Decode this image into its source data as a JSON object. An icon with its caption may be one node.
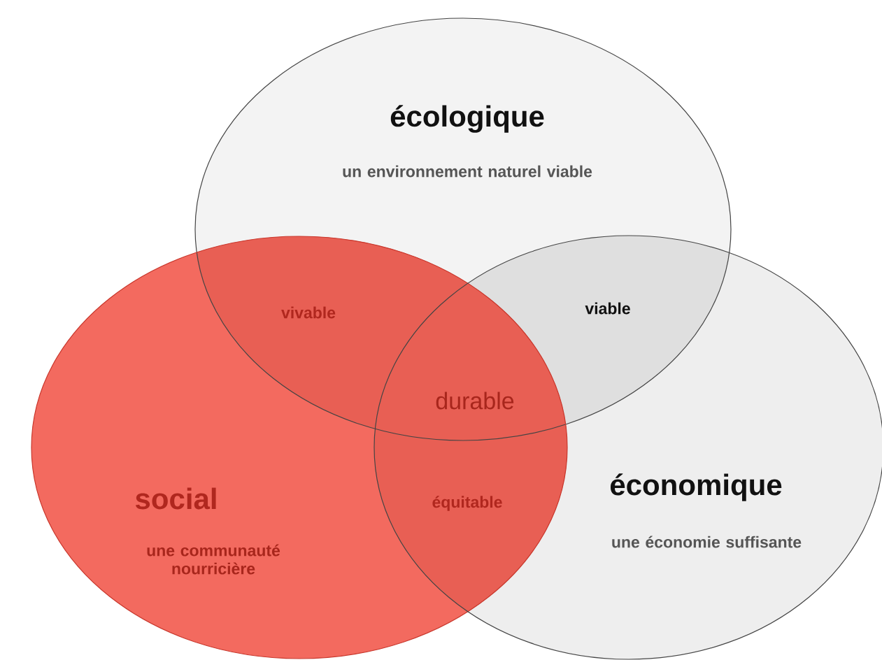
{
  "diagram": {
    "nodes": [
      {
        "text": [
          "écologique",
          "un environnement naturel viable"
        ]
      },
      {
        "text": [
          "social",
          "une communauté nourricière"
        ]
      },
      {
        "text": [
          "économique",
          "une économie suffisante"
        ]
      }
    ],
    "labels": [
      "vivable",
      "viable",
      "durable",
      "équitable"
    ]
  }
}
